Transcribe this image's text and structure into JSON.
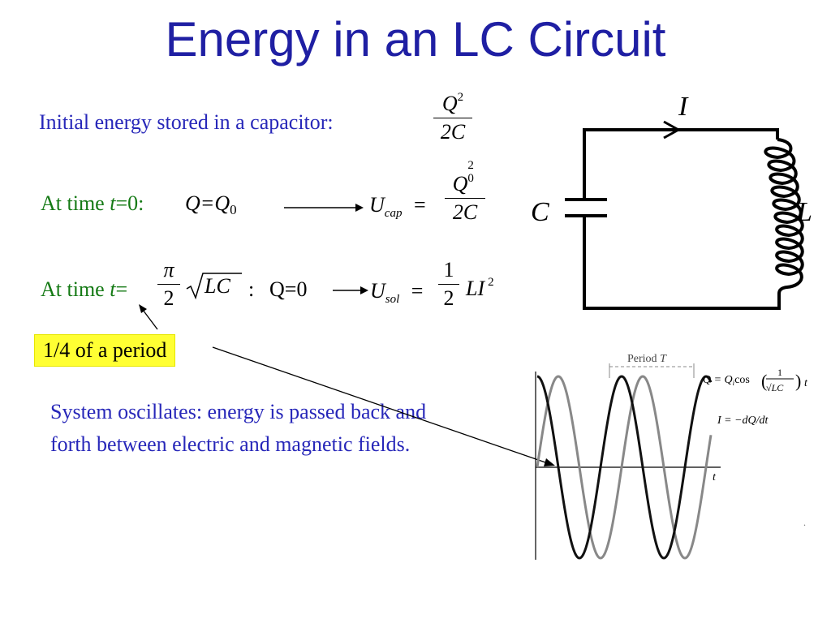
{
  "slide": {
    "title": "Energy in an LC Circuit",
    "initial_energy_label": "Initial energy stored in a capacitor:",
    "initial_energy_frac": {
      "num": "Q",
      "num_sup": "2",
      "den": "2C"
    },
    "row1": {
      "label_prefix": "At time ",
      "label_var": "t",
      "label_suffix": "=0: ",
      "condition": "Q=Q",
      "condition_sub": "0",
      "result_sym": "U",
      "result_sub": "cap",
      "result_eq": "=",
      "frac_num": "Q",
      "frac_num_sub": "0",
      "frac_num_sup": "2",
      "frac_den": "2C"
    },
    "row2": {
      "label_prefix": "At time ",
      "label_var": "t",
      "label_suffix": "=",
      "frac_num": "π",
      "frac_den": "2",
      "sqrt_content": "LC",
      "colon": ":",
      "condition": "Q=0",
      "result_sym": "U",
      "result_sub": "sol",
      "result_eq": "=",
      "frac2_num": "1",
      "frac2_den": "2",
      "tail": "LI",
      "tail_sup": "2"
    },
    "highlight_note": "1/4 of a period",
    "paragraph": "System oscillates: energy is passed back and forth between electric and magnetic fields."
  },
  "circuit": {
    "current_label": "I",
    "capacitor_label": "C",
    "inductor_label": "L"
  },
  "graph": {
    "period_label": "Period",
    "period_var": "T",
    "q_label": "Q =  Q",
    "q_sub": "i",
    "q_func": "cos",
    "q_frac_num": "1",
    "q_frac_den": "√LC",
    "q_var": "t",
    "i_label": "I = −dQ/dt",
    "axis_label": "t"
  }
}
